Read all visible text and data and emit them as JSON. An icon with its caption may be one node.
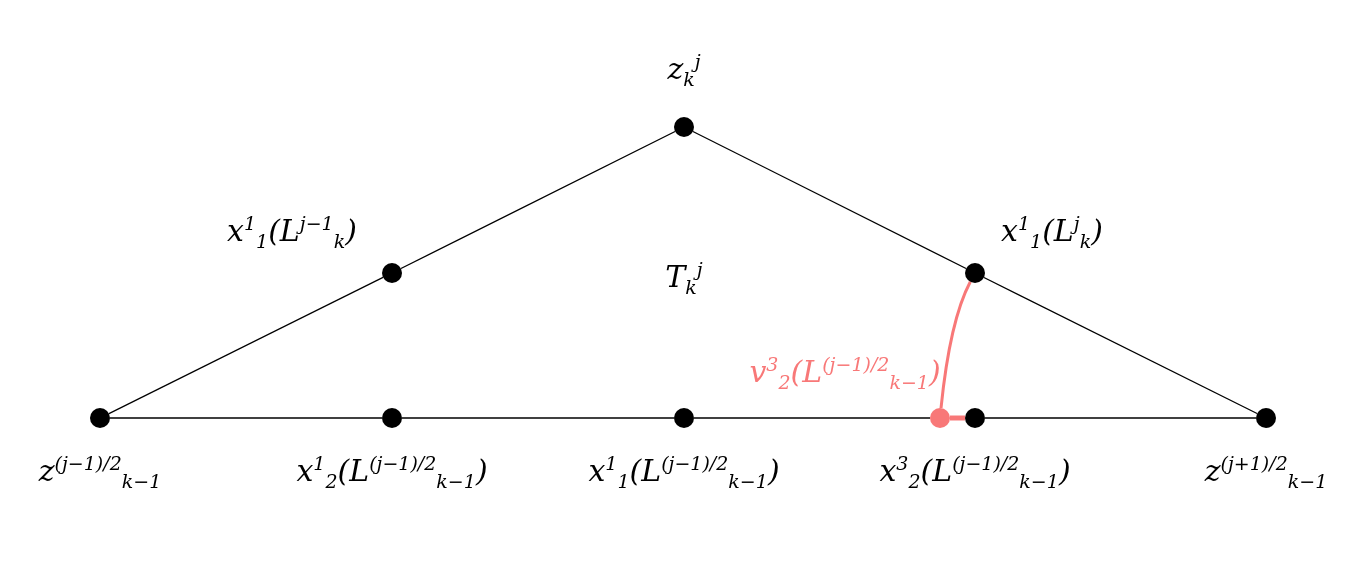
{
  "diagram": {
    "nodes": [
      {
        "text": [],
        "shape": "circle",
        "beside": [
          "z$_{k}$$^{j}$"
        ]
      },
      {
        "text": [],
        "shape": "circle",
        "beside": [
          "x$^{1}$$_{1}$(L$^{j−1}$$_{k}$)"
        ]
      },
      {
        "text": [],
        "shape": "circle",
        "beside": [
          "x$^{1}$$_{1}$(L$^{j}$$_{k}$)"
        ]
      },
      {
        "text": [],
        "shape": "circle",
        "beside": [
          "z$^{(j−1)/2}$$_{k−1}$"
        ]
      },
      {
        "text": [],
        "shape": "circle",
        "beside": [
          "x$^{1}$$_{2}$(L$^{(j−1)/2}$$_{k−1}$)"
        ]
      },
      {
        "text": [],
        "shape": "circle",
        "beside": [
          "x$^{1}$$_{1}$(L$^{(j−1)/2}$$_{k−1}$)"
        ]
      },
      {
        "text": [],
        "shape": "circle",
        "beside": [
          "v$^{3}$$_{2}$(L$^{(j−1)/2}$$_{k−1}$)"
        ]
      },
      {
        "text": [],
        "shape": "circle",
        "beside": [
          "x$^{3}$$_{2}$(L$^{(j−1)/2}$$_{k−1}$)"
        ]
      },
      {
        "text": [],
        "shape": "circle",
        "beside": [
          "z$^{(j+1)/2}$$_{k−1}$"
        ]
      }
    ],
    "edges": [
      {
        "from": 3,
        "to": 1,
        "arrow": "none"
      },
      {
        "from": 1,
        "to": 0,
        "arrow": "none"
      },
      {
        "from": 0,
        "to": 2,
        "arrow": "none"
      },
      {
        "from": 2,
        "to": 8,
        "arrow": "none"
      },
      {
        "from": 3,
        "to": 4,
        "arrow": "none"
      },
      {
        "from": 4,
        "to": 5,
        "arrow": "none"
      },
      {
        "from": 5,
        "to": 6,
        "arrow": "none"
      },
      {
        "from": 7,
        "to": 8,
        "arrow": "none"
      },
      {
        "from": 2,
        "to": 6,
        "arrow": "none",
        "color": "#f87878"
      },
      {
        "from": 6,
        "to": 7,
        "arrow": "none",
        "style": "thick",
        "color": "#f87878"
      }
    ],
    "labels": [
      "T$_{k}$$^{j}$"
    ]
  }
}
